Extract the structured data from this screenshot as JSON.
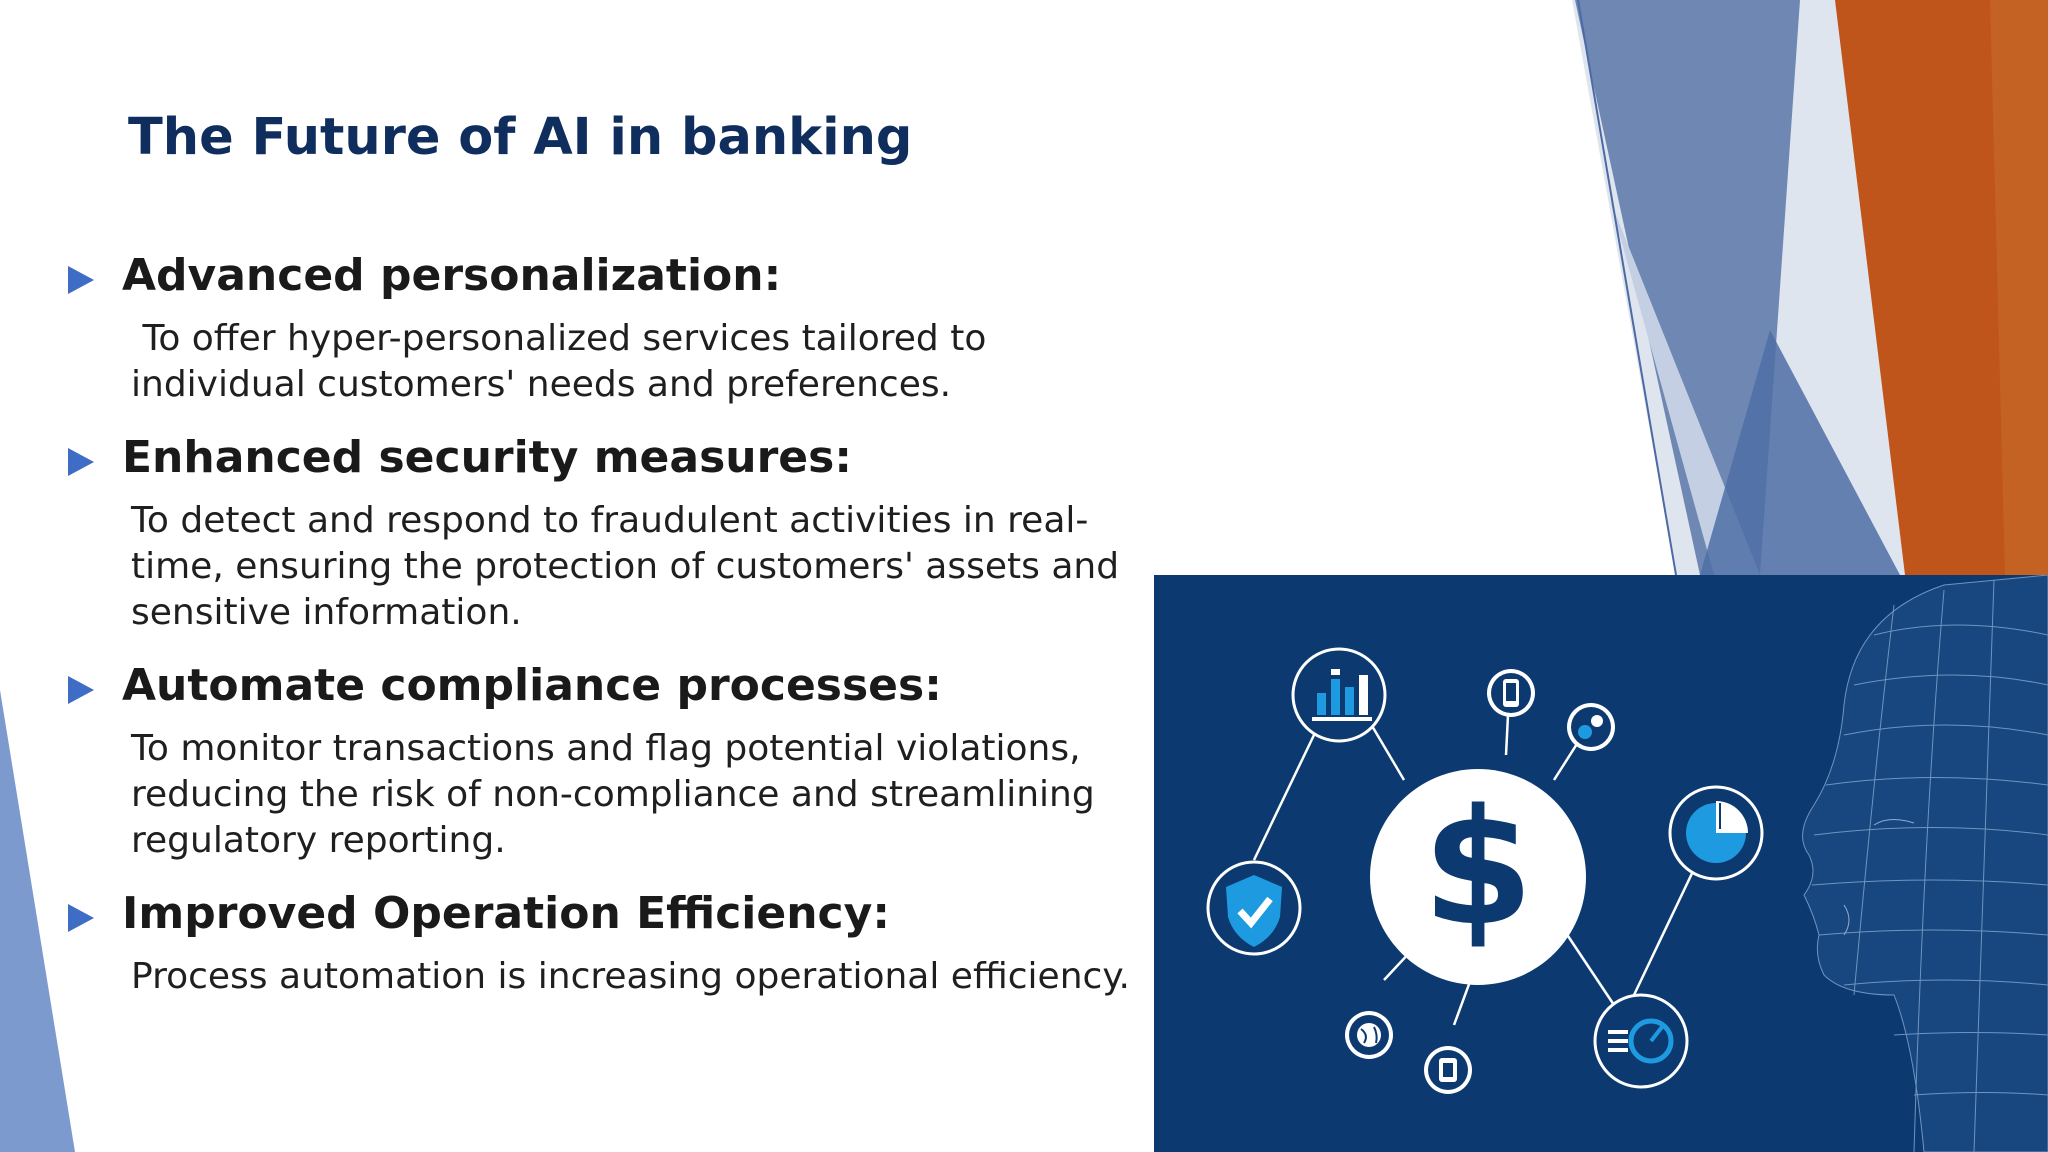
{
  "slide": {
    "title": "The Future of AI in banking",
    "bullets": [
      {
        "heading": "Advanced personalization:",
        "lines": [
          " To offer hyper-personalized services tailored to",
          "individual customers' needs and preferences."
        ]
      },
      {
        "heading": "Enhanced security measures:",
        "lines": [
          "To detect and respond to fraudulent activities in real-",
          "time, ensuring the protection of customers' assets and",
          "sensitive information."
        ]
      },
      {
        "heading": "Automate compliance processes:",
        "lines": [
          "To monitor transactions and flag potential violations,",
          "reducing the risk of non-compliance and streamlining",
          "regulatory reporting."
        ]
      },
      {
        "heading": "Improved Operation Efficiency:",
        "lines": [
          "Process automation is increasing operational efficiency."
        ]
      }
    ],
    "image": {
      "center_symbol": "$",
      "icons": [
        "bar-chart-icon",
        "smartphone-icon",
        "gears-icon",
        "pie-chart-icon",
        "shield-check-icon",
        "globe-icon",
        "watch-icon",
        "speedometer-icon"
      ]
    }
  },
  "colors": {
    "title": "#0f2e5e",
    "bullet_arrow": "#3f6cc4",
    "panel_bg": "#0c3a70",
    "accent_orange": "#c0561b",
    "accent_blue": "#6a84b0",
    "icon_blue": "#1e9be0"
  }
}
